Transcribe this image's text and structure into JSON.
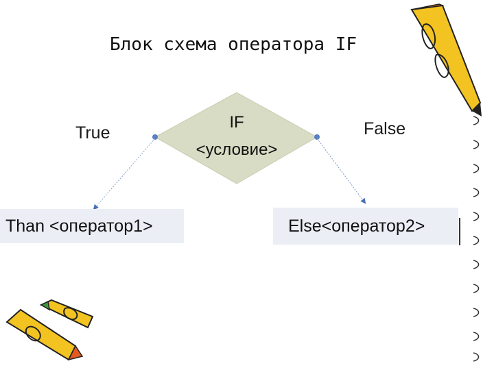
{
  "title": "Блок схема оператора IF",
  "condition": {
    "keyword": "IF",
    "text": "<условие>"
  },
  "branches": {
    "true_label": "True",
    "false_label": "False",
    "then_box": "Than <оператор1>",
    "else_box": "Else<оператор2>"
  },
  "colors": {
    "diamond_fill": "#d9dcc4",
    "box_fill": "#eceef6",
    "connector": "#4a6fb5",
    "dot": "#5b7fc4"
  },
  "icons": [
    "pencil-icon",
    "pencils-icon",
    "notebook-spiral-icon"
  ]
}
